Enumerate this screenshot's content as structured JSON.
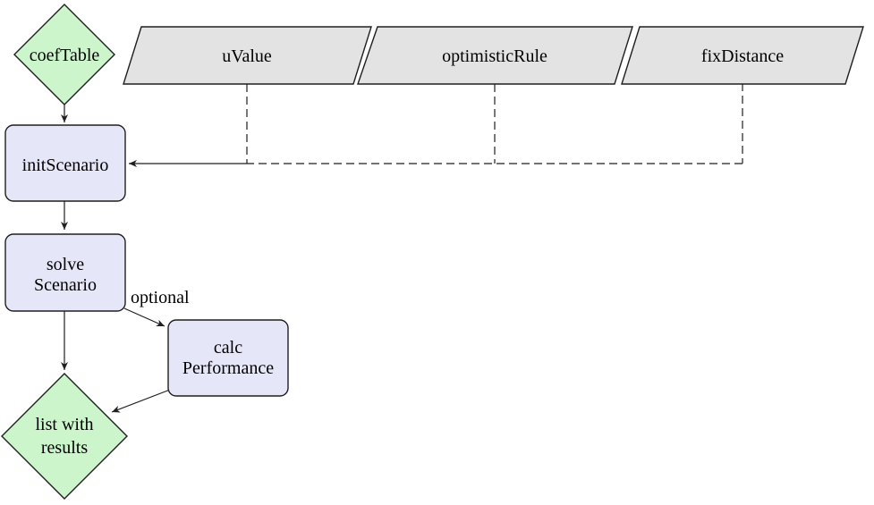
{
  "diagram": {
    "colors": {
      "data_node_fill": "#ccf5cc",
      "process_node_fill": "#e6e6f9",
      "io_node_fill": "#e3e3e3",
      "stroke": "#1f1f1f"
    },
    "nodes": {
      "coef_table": {
        "label": "coefTable"
      },
      "u_value": {
        "label": "uValue"
      },
      "optimistic_rule": {
        "label": "optimisticRule"
      },
      "fix_distance": {
        "label": "fixDistance"
      },
      "init_scenario": {
        "label": "initScenario"
      },
      "solve_scenario": {
        "line1": "solve",
        "line2": "Scenario"
      },
      "calc_performance": {
        "line1": "calc",
        "line2": "Performance"
      },
      "list_results": {
        "line1": "list with",
        "line2": "results"
      }
    },
    "edges": {
      "optional_label": "optional"
    }
  }
}
